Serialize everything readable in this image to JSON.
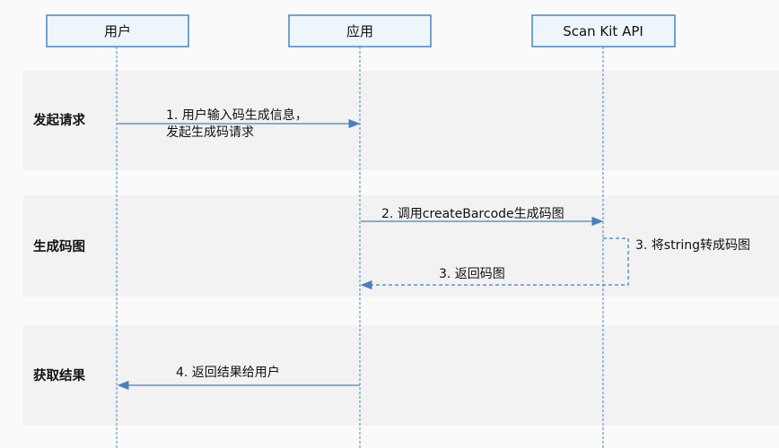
{
  "participants": [
    "用户",
    "应用",
    "Scan Kit API"
  ],
  "phases": [
    "发起请求",
    "生成码图",
    "获取结果"
  ],
  "messages": {
    "m1_line1": "1. 用户输入码生成信息，",
    "m1_line2": "发起生成码请求",
    "m2": "2. 调用createBarcode生成码图",
    "m3_self": "3. 将string转成码图",
    "m3_return": "3. 返回码图",
    "m4": "4. 返回结果给用户"
  },
  "colors": {
    "accent": "#4a84c4",
    "band": "#f2f2f2",
    "box_fill": "#eef6fc"
  }
}
